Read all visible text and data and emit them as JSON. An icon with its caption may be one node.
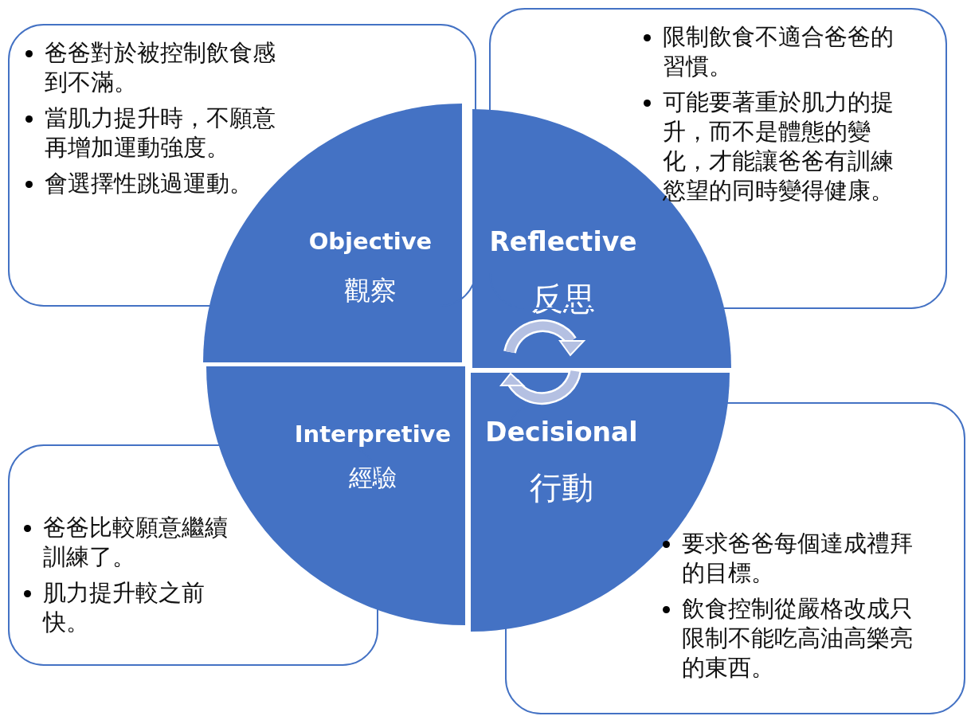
{
  "diagram": {
    "nodes": [
      {
        "text": [
          "爸爸對於被控制飲食感到不滿。",
          "當肌力提升時，不願意再增加運動強度。",
          "會選擇性跳過運動。"
        ]
      },
      {
        "text": [
          "限制飲食不適合爸爸的習慣。",
          "可能要著重於肌力的提升，而不是體態的變化，才能讓爸爸有訓練慾望的同時變得健康。"
        ]
      },
      {
        "text": [
          "Objective",
          "觀察"
        ]
      },
      {
        "text": [
          "Reflective",
          "反思"
        ]
      },
      {
        "text": [
          "Interpretive",
          "經驗"
        ]
      },
      {
        "text": [
          "Decisional",
          "行動"
        ]
      },
      {
        "text": [
          "爸爸比較願意繼續訓練了。",
          "肌力提升較之前快。"
        ]
      },
      {
        "text": [
          "要求爸爸每個達成禮拜的目標。",
          "飲食控制從嚴格改成只限制不能吃高油高樂亮的東西。"
        ]
      }
    ]
  }
}
